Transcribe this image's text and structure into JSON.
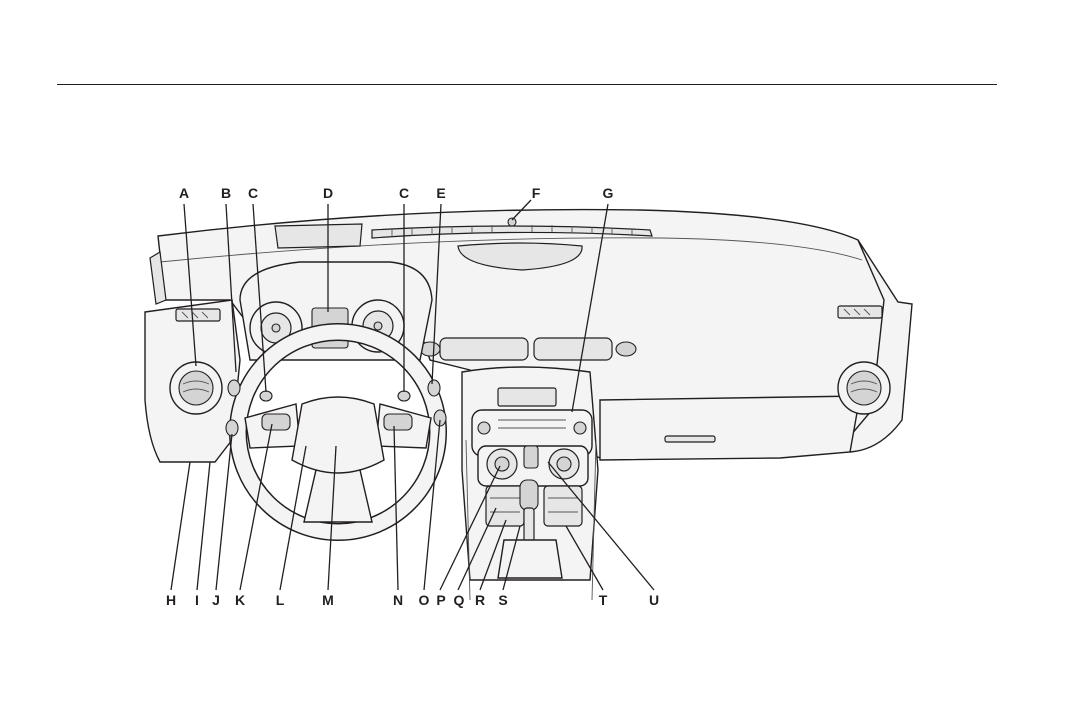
{
  "callouts": {
    "top": [
      "A",
      "B",
      "C",
      "D",
      "C",
      "E",
      "F",
      "G"
    ],
    "bottom": [
      "H",
      "I",
      "J",
      "K",
      "L",
      "M",
      "N",
      "O",
      "P",
      "Q",
      "R",
      "S",
      "T",
      "U"
    ]
  },
  "colors": {
    "ink": "#231f20",
    "panel": "#f4f4f4",
    "shade": "#e6e6e6",
    "dark_shade": "#d4d4d4"
  }
}
